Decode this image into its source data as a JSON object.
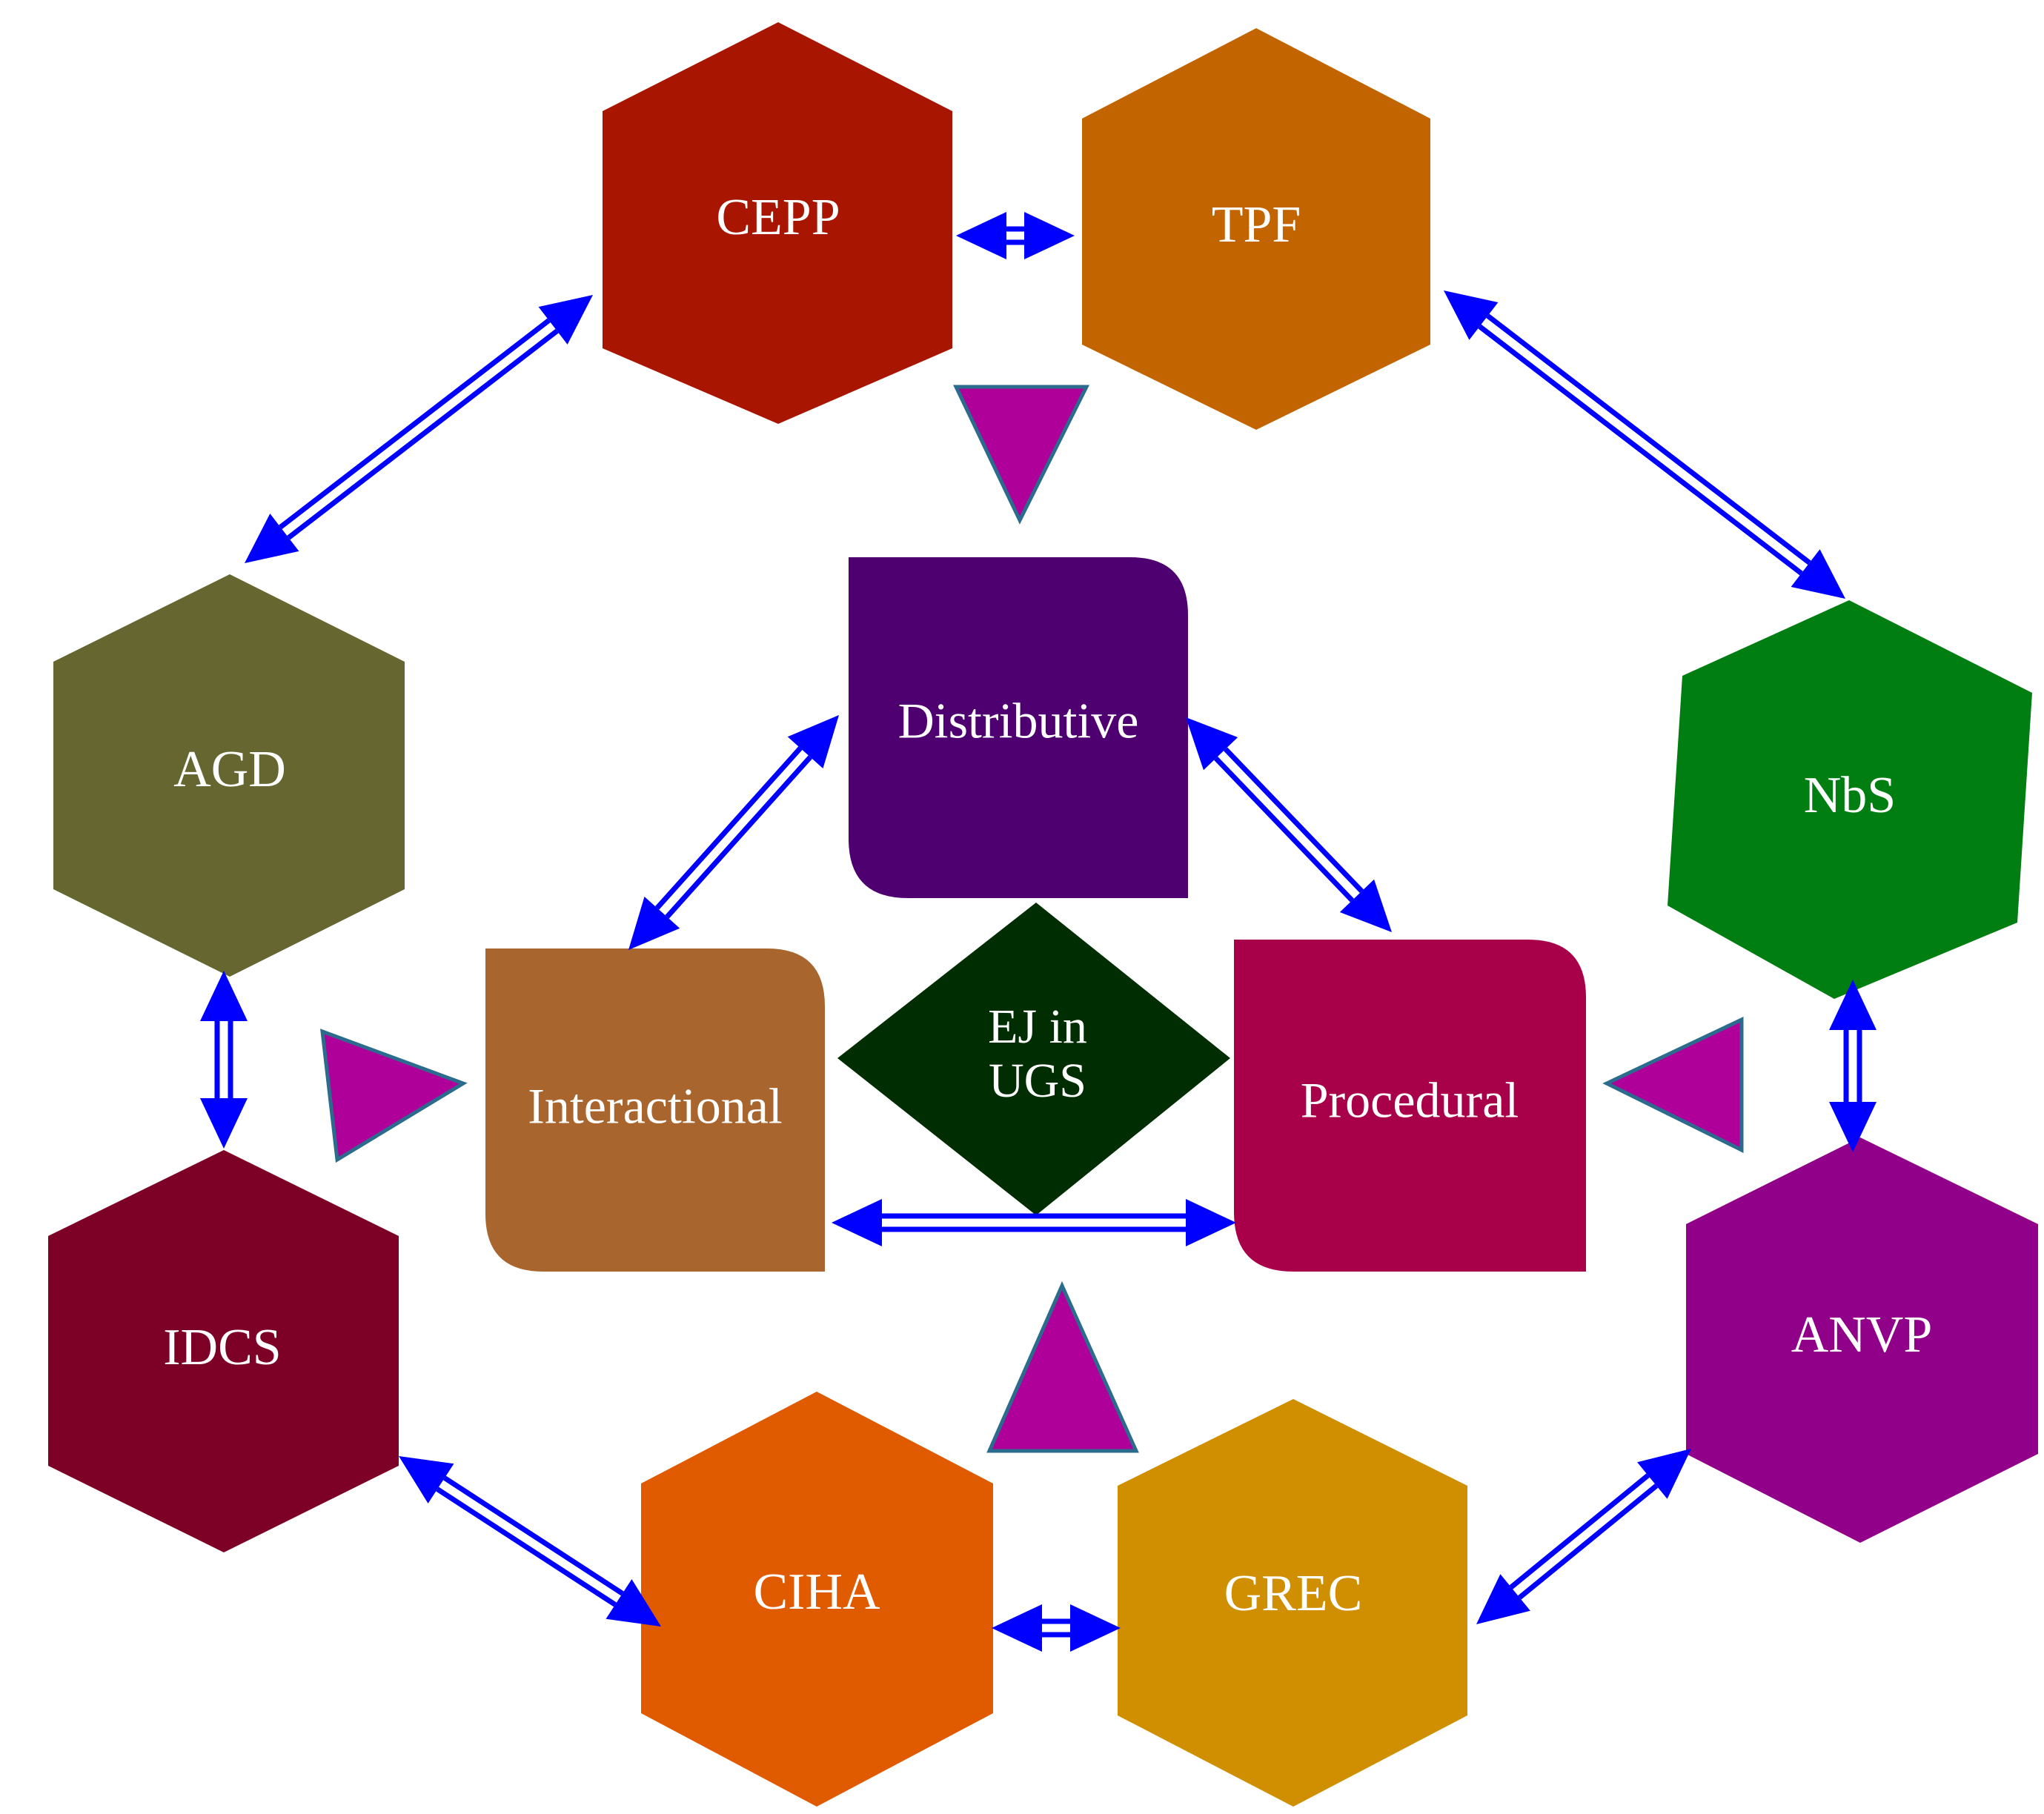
{
  "center": {
    "line1": "EJ in",
    "line2": "UGS",
    "color": "#002e02"
  },
  "pillars": {
    "distributive": {
      "label": "Distributive",
      "color": "#4f0070"
    },
    "interactional": {
      "label": "Interactional",
      "color": "#a8652d"
    },
    "procedural": {
      "label": "Procedural",
      "color": "#a80049"
    }
  },
  "hexagons": {
    "cepp": {
      "label": "CEPP",
      "color": "#a81500"
    },
    "tpf": {
      "label": "TPF",
      "color": "#c26500"
    },
    "nbs": {
      "label": "NbS",
      "color": "#007e12"
    },
    "anvp": {
      "label": "ANVP",
      "color": "#910088"
    },
    "grec": {
      "label": "GREC",
      "color": "#cf8f00"
    },
    "ciha": {
      "label": "CIHA",
      "color": "#e05a00"
    },
    "idcs": {
      "label": "IDCS",
      "color": "#7d0026"
    },
    "agd": {
      "label": "AGD",
      "color": "#656630"
    }
  },
  "colors": {
    "arrow": "#0000ff",
    "marker_fill": "#b0009a",
    "marker_stroke": "#2b6c8e"
  }
}
